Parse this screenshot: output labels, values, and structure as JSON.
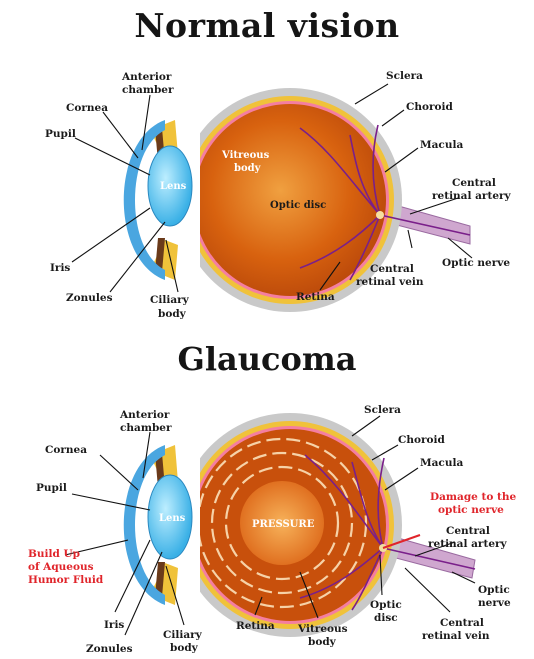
{
  "titles": {
    "normal": "Normal vision",
    "glaucoma": "Glaucoma"
  },
  "normal_labels": {
    "anterior_chamber_1": "Anterior",
    "anterior_chamber_2": "chamber",
    "cornea": "Cornea",
    "pupil": "Pupil",
    "lens": "Lens",
    "iris": "Iris",
    "zonules": "Zonules",
    "ciliary_body_1": "Ciliary",
    "ciliary_body_2": "body",
    "vitreous_body_1": "Vitreous",
    "vitreous_body_2": "body",
    "sclera": "Sclera",
    "choroid": "Choroid",
    "macula": "Macula",
    "optic_disc": "Optic disc",
    "central_retinal_artery_1": "Central",
    "central_retinal_artery_2": "retinal artery",
    "central_retinal_vein_1": "Central",
    "central_retinal_vein_2": "retinal vein",
    "optic_nerve": "Optic nerve",
    "retina": "Retina"
  },
  "glaucoma_labels": {
    "anterior_chamber_1": "Anterior",
    "anterior_chamber_2": "chamber",
    "cornea": "Cornea",
    "pupil": "Pupil",
    "lens": "Lens",
    "pressure": "PRESSURE",
    "build_up_1": "Build Up",
    "build_up_2": "of Aqueous",
    "build_up_3": "Humor Fluid",
    "iris": "Iris",
    "zonules": "Zonules",
    "ciliary_body_1": "Ciliary",
    "ciliary_body_2": "body",
    "retina": "Retina",
    "vitreous_body_1": "Vitreous",
    "vitreous_body_2": "body",
    "optic_disc_1": "Optic",
    "optic_disc_2": "disc",
    "central_retinal_vein_1": "Central",
    "central_retinal_vein_2": "retinal vein",
    "optic_nerve_1": "Optic",
    "optic_nerve_2": "nerve",
    "central_retinal_artery_1": "Central",
    "central_retinal_artery_2": "retinal artery",
    "damage_1": "Damage to the",
    "damage_2": "optic nerve",
    "macula": "Macula",
    "choroid": "Choroid",
    "sclera": "Sclera"
  },
  "colors": {
    "sclera": "#c9c9c9",
    "choroid": "#f0c23a",
    "retina": "#f47ea0",
    "vitreous": "#d8620f",
    "cornea": "#4aa6e0",
    "lens": "#5fc8f0",
    "vessels": "#7a1f8a",
    "optic_nerve": "#c8a0c8",
    "warning_text": "#e0252b"
  }
}
